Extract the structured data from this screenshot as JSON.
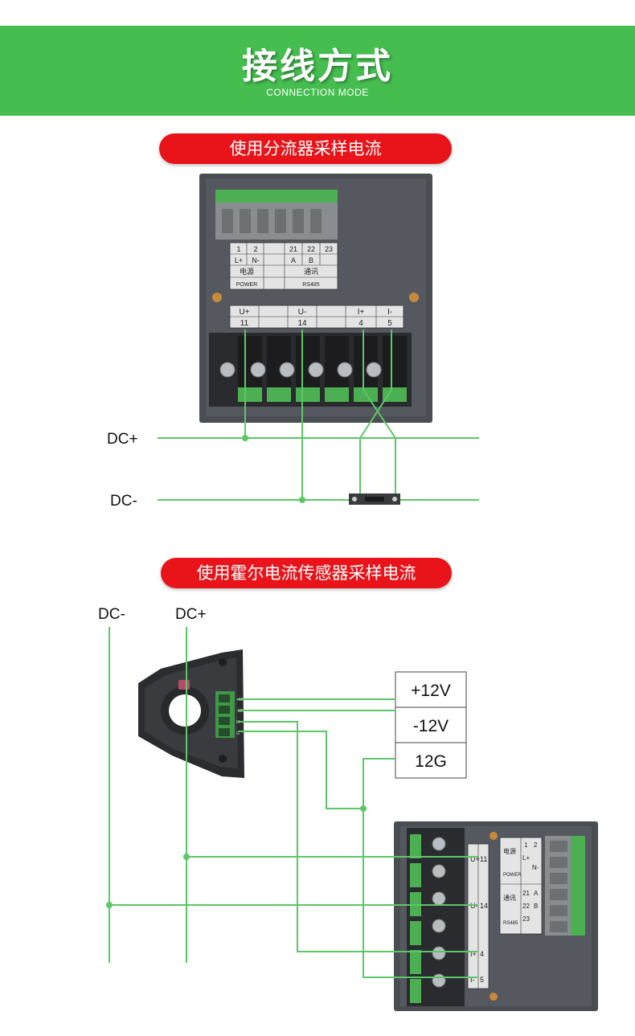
{
  "header": {
    "title": "接线方式",
    "subtitle": "CONNECTION MODE"
  },
  "section1": {
    "title": "使用分流器采样电流",
    "dc_plus": "DC+",
    "dc_minus": "DC-",
    "connector_labels": {
      "pin1": "1",
      "pin2": "2",
      "l_plus": "L+",
      "n_minus": "N-",
      "power_cn": "电源",
      "power_en": "POWER",
      "pin21": "21",
      "pin22": "22",
      "pin23": "23",
      "a": "A",
      "b": "B",
      "comm_cn": "通讯",
      "comm_en": "RS485"
    },
    "terminal_labels": {
      "u_plus": "U+",
      "u_plus_num": "11",
      "u_minus": "U-",
      "u_minus_num": "14",
      "i_plus": "I+",
      "i_plus_num": "4",
      "i_minus": "I-",
      "i_minus_num": "5"
    }
  },
  "section2": {
    "title": "使用霍尔电流传感器采样电流",
    "dc_minus": "DC-",
    "dc_plus": "DC+",
    "supply_plus": "+12V",
    "supply_minus": "-12V",
    "supply_gnd": "12G",
    "sensor_pins": [
      "+12V",
      "-12V",
      "M",
      "G"
    ],
    "meter_terminals": {
      "u_plus": "U+",
      "u_plus_num": "11",
      "u_minus": "U-",
      "u_minus_num": "14",
      "i_plus": "I+",
      "i_plus_num": "4",
      "i_minus": "I-",
      "i_minus_num": "5"
    },
    "connector_labels": {
      "pin1": "1",
      "pin2": "2",
      "l_plus": "L+",
      "n_minus": "N-",
      "power_cn": "电源",
      "power_en": "POWER",
      "pin21": "21",
      "pin22": "22",
      "pin23": "23",
      "a": "A",
      "b": "B",
      "comm_cn": "通讯",
      "comm_en": "RS485"
    }
  },
  "colors": {
    "banner_green": "#45bd4f",
    "pill_red": "#e8141a",
    "wire_green": "#5cc768",
    "device_body": "#4a4d52"
  }
}
